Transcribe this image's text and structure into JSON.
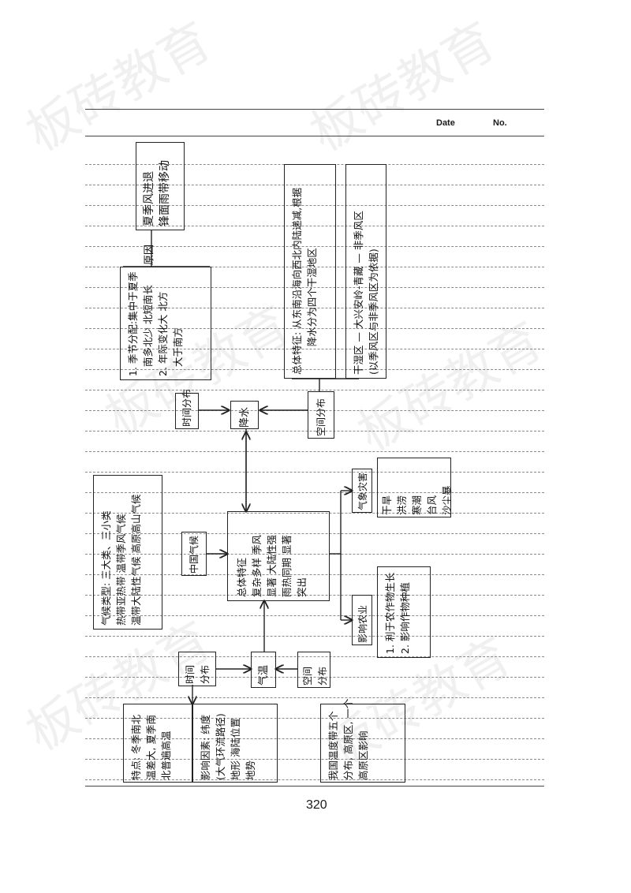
{
  "header": {
    "date_label": "Date",
    "no_label": "No."
  },
  "page_number": "320",
  "watermark": "板砖教育",
  "nodes": {
    "cause_box": "夏季风进退\n锋面雨带移动",
    "cause_label": "原因",
    "time_dist_detail": "1. 季节分配:集中于夏季\n   南多北少 北短南长\n2. 年际变化大 北方\n   大于南方",
    "time_dist": "时间分布",
    "precip": "降水",
    "space_dist": "空间分布",
    "space_feature": "总体特征: 从东南沿海向西北内陆递减,根据\n         降水分为四个干湿地区",
    "dry_wet": "干湿区 — 大兴安岭-青藏 — 非季风区\n(以季风区与非季风区为依据)",
    "climate_types": "气候类型: 三大类、三小类\n热带亚热带 温带季风气候\n温带大陆性气候 高原高山气候",
    "china_climate": "中国气候",
    "overall_feature": "总体特征\n复杂多样 季风\n显著 大陆性强\n雨热同期 显著\n突出",
    "disaster": "气象灾害",
    "disaster_list": "干旱\n洪涝\n寒潮\n台风\n沙尘暴",
    "impact": "影响农业",
    "impact_detail": "1. 利于农作物生长\n2. 影响作物种植",
    "time_dist_temp": "时间\n分布",
    "temp": "气温",
    "space_dist_temp": "空间\n分布",
    "temp_feature": "特点: 冬季南北\n温差大, 夏季南\n北普遍高温",
    "temp_factors": "影响因素: 纬度\n(大气环流路径)\n地形 海陆位置\n地势",
    "temp_space_detail": "我国温度带五个\n分布, 高原区, 一个\n高原区影响"
  }
}
